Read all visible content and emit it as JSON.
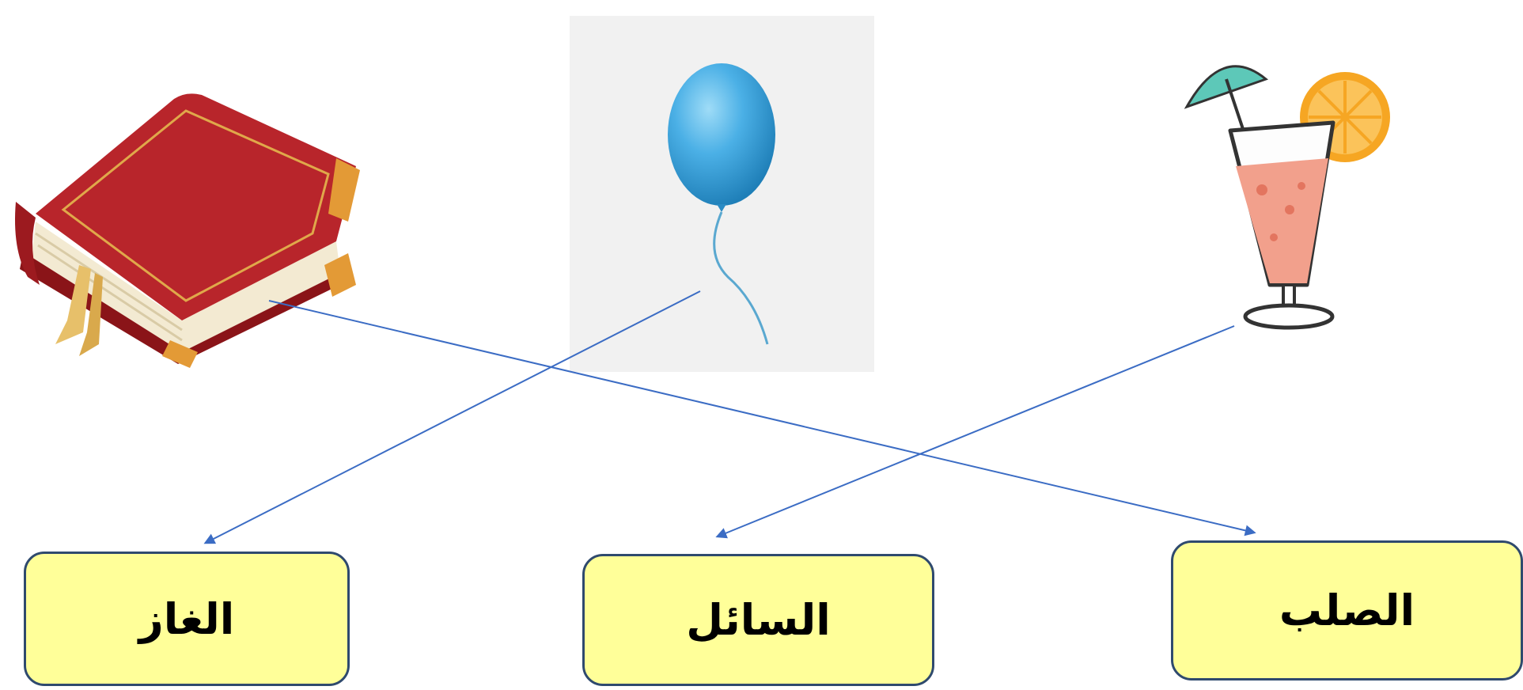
{
  "labels": {
    "gas": "الغاز",
    "liquid": "السائل",
    "solid": "الصلب"
  },
  "pictures": [
    {
      "name": "book-icon",
      "state": "solid"
    },
    {
      "name": "balloon-icon",
      "state": "gas"
    },
    {
      "name": "juice-glass-icon",
      "state": "liquid"
    }
  ],
  "colors": {
    "arrow": "#3b6cc4",
    "box_fill": "#ffff99",
    "box_border": "#2f4a6e",
    "book": "#b01c22",
    "balloon": "#4bb0e6",
    "juice": "#f2a08c"
  }
}
